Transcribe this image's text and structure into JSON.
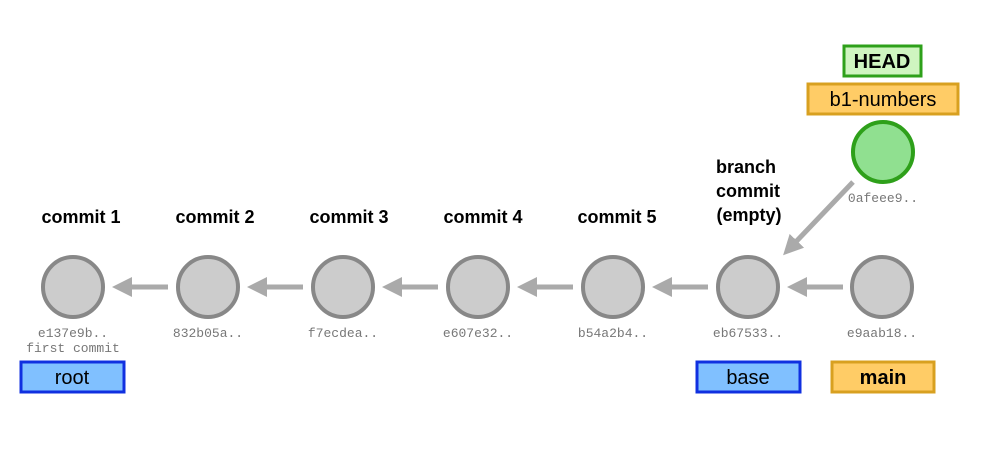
{
  "colors": {
    "commit_fill": "#cccccc",
    "commit_stroke": "#888888",
    "head_fill": "#90e090",
    "head_stroke": "#2ea01a",
    "arrow": "#aaaaaa",
    "root_tag_fill": "#80c0ff",
    "root_tag_stroke": "#1030e0",
    "branch_tag_fill": "#ffcc66",
    "branch_tag_stroke": "#d8a020",
    "head_tag_fill": "#cff5c0",
    "head_tag_stroke": "#2ea01a"
  },
  "commits": [
    {
      "title": "commit 1",
      "hash": "e137e9b..",
      "note": "first commit"
    },
    {
      "title": "commit 2",
      "hash": "832b05a.."
    },
    {
      "title": "commit 3",
      "hash": "f7ecdea.."
    },
    {
      "title": "commit 4",
      "hash": "e607e32.."
    },
    {
      "title": "commit 5",
      "hash": "b54a2b4.."
    },
    {
      "title_lines": [
        "branch",
        "commit",
        "(empty)"
      ],
      "hash": "eb67533.."
    },
    {
      "hash": "e9aab18.."
    }
  ],
  "branch_commit": {
    "hash": "0afeee9.."
  },
  "tags": {
    "root": "root",
    "base": "base",
    "main": "main",
    "head": "HEAD",
    "b1": "b1-numbers"
  }
}
